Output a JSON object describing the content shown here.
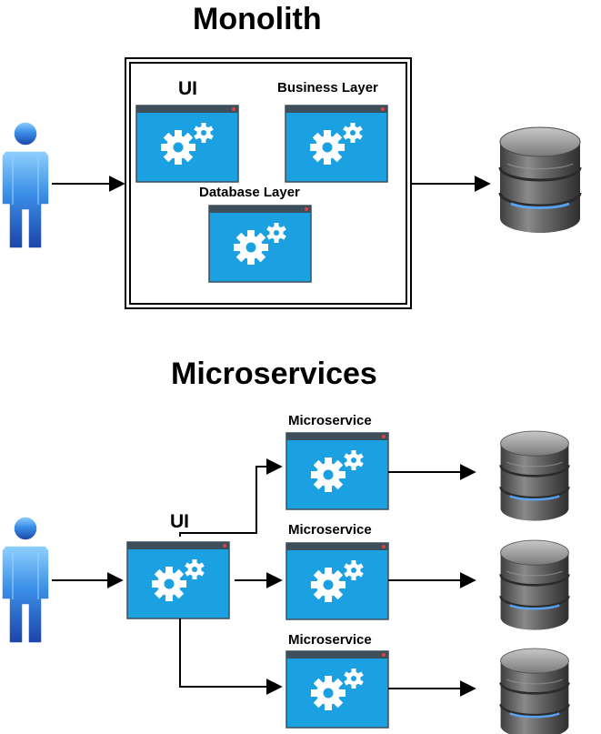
{
  "monolith": {
    "title": "Monolith",
    "ui_label": "UI",
    "business_label": "Business Layer",
    "database_label": "Database Layer"
  },
  "microservices": {
    "title": "Microservices",
    "ui_label": "UI",
    "service_labels": [
      "Microservice",
      "Microservice",
      "Microservice"
    ]
  },
  "colors": {
    "window_fill": "#1ba1e2",
    "window_titlebar": "#3e4f5c",
    "window_dot": "#e04040",
    "user_body": "#2e7fd6",
    "database": "#6e6e6e",
    "database_ring": "#5aa8ff"
  },
  "icons": {
    "user": "user-icon",
    "window": "app-window-gear-icon",
    "database": "database-icon"
  }
}
